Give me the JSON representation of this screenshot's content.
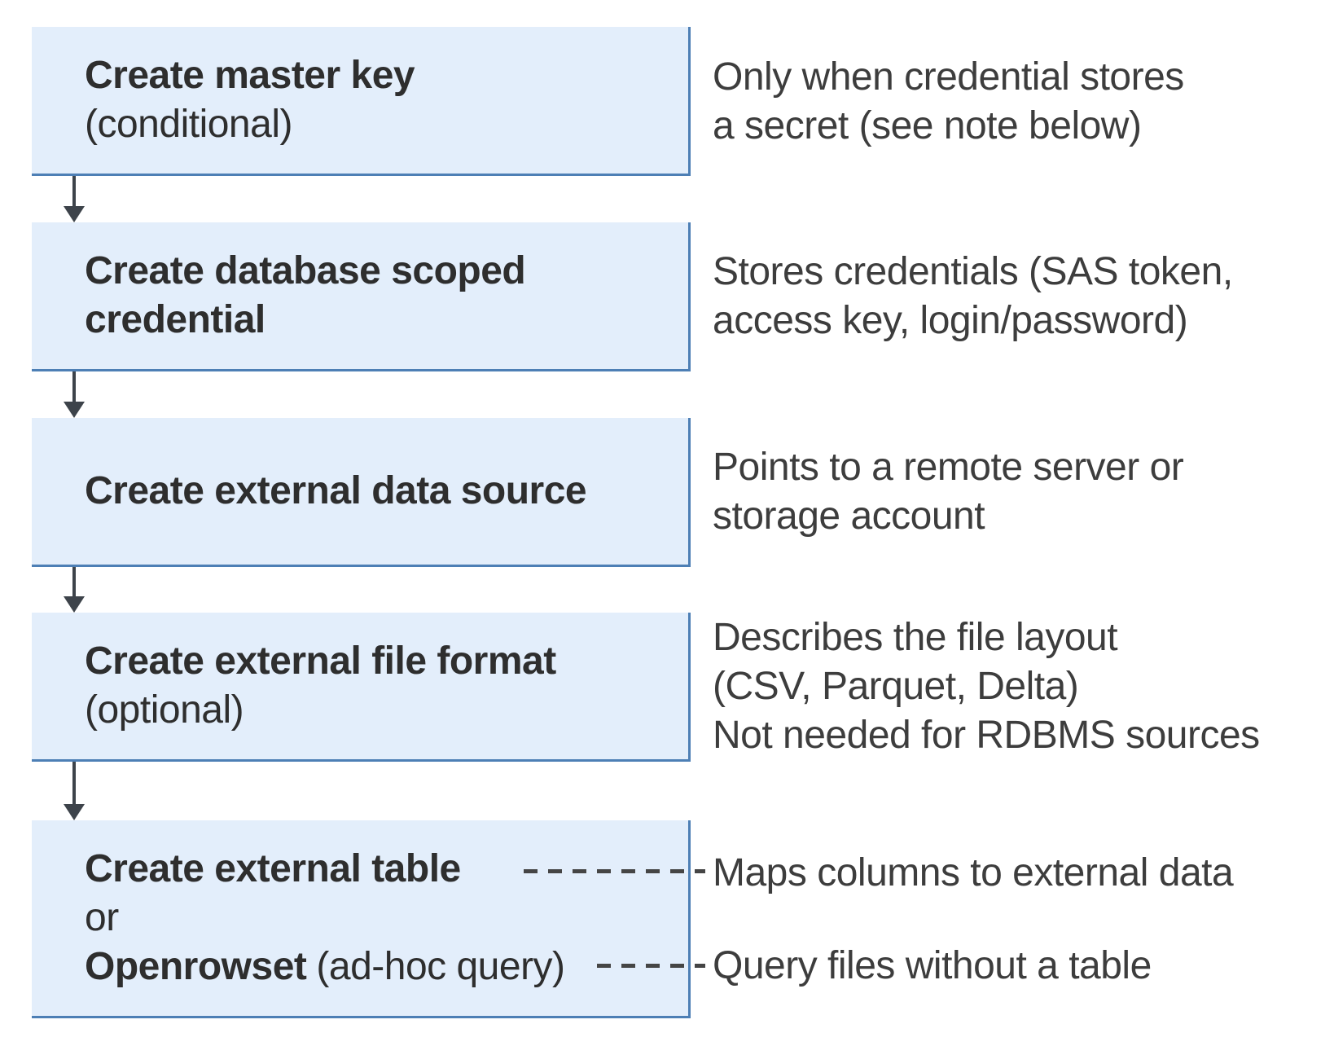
{
  "colors": {
    "box_fill": "#e3eefb",
    "box_border": "#4d7fb5",
    "title_text": "#2e2e2e",
    "note_text": "#3d3d3d",
    "arrow": "#3d434a",
    "connector": "#454545"
  },
  "steps": [
    {
      "title": "Create master key",
      "subtitle": "(conditional)",
      "notes": [
        "Only when credential stores",
        "a secret (see note below)"
      ]
    },
    {
      "title_line1": "Create database scoped",
      "title_line2": "credential",
      "notes": [
        "Stores credentials (SAS token,",
        "access key, login/password)"
      ]
    },
    {
      "title": "Create external data source",
      "notes": [
        "Points to a remote server or",
        "storage account"
      ]
    },
    {
      "title": "Create external file format",
      "subtitle": "(optional)",
      "notes": [
        "Describes the file layout",
        "(CSV, Parquet, Delta)",
        "Not needed for RDBMS sources"
      ]
    },
    {
      "title_bold": "Create external table",
      "or_word": "or",
      "alt_title_bold": "Openrowset",
      "alt_title_suffix": "(ad-hoc query)",
      "notes": [
        "Maps columns to external data",
        "Query files without a table"
      ]
    }
  ]
}
